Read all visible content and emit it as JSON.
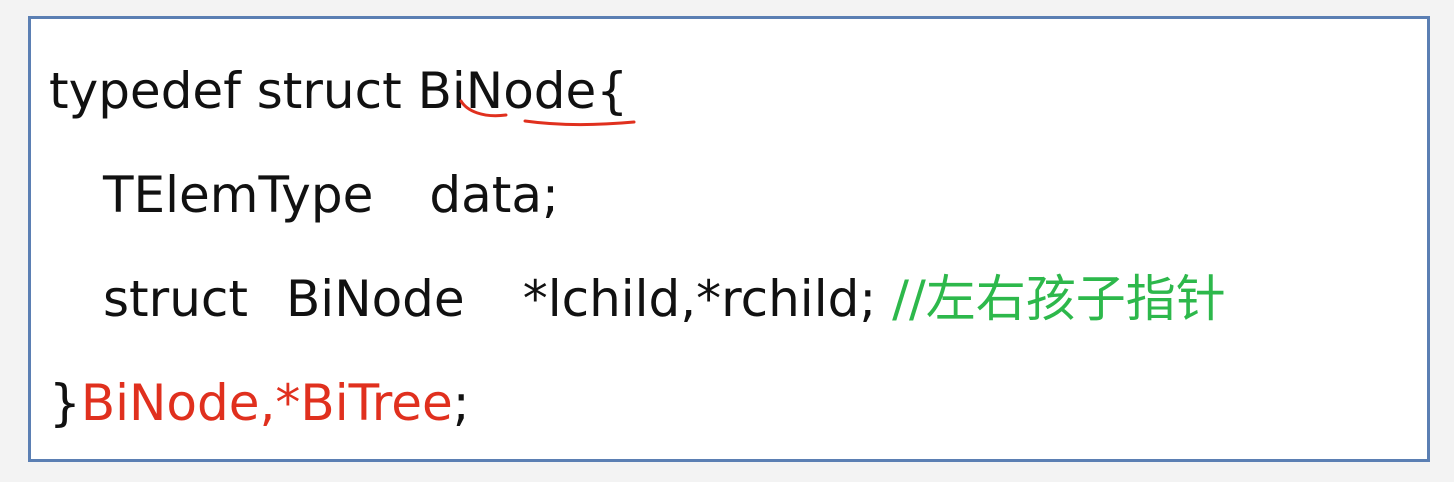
{
  "code": {
    "line1": {
      "keyword": "typedef struct",
      "struct_name": "BiNode",
      "open_brace": "{"
    },
    "line2": {
      "type": "TElemType",
      "field": "data;"
    },
    "line3": {
      "keyword": "struct",
      "type": "BiNode",
      "fields": "*lchild,*rchild;",
      "comment": "//左右孩子指针"
    },
    "line4": {
      "close_brace": "}",
      "aliases": "BiNode,*BiTree",
      "semicolon": ";"
    }
  },
  "colors": {
    "border": "#5b7fb3",
    "highlight": "#e0301e",
    "comment": "#2db84b",
    "annotation": "#e0301e"
  }
}
